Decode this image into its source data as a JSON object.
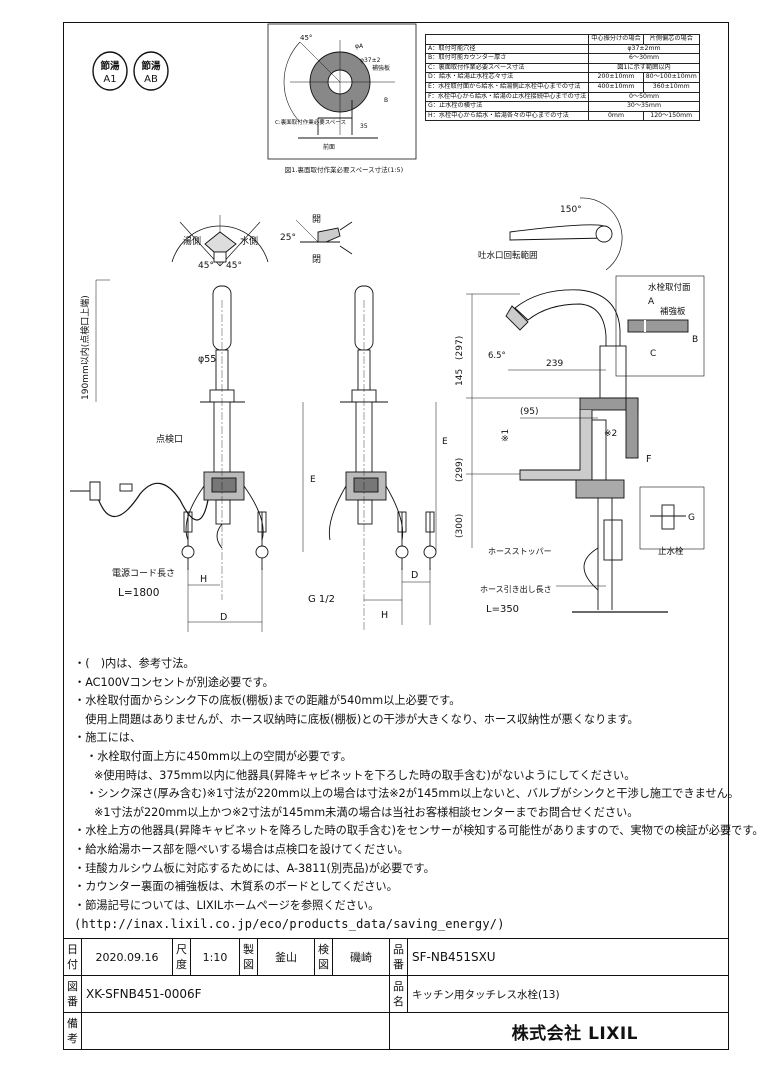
{
  "badges": {
    "left": {
      "line1": "節湯",
      "line2": "A1"
    },
    "right": {
      "line1": "節湯",
      "line2": "AB"
    }
  },
  "detail": {
    "caption": "図1.裏面取付作業必要スペース寸法(1:5)",
    "angle": "45°",
    "phi_a": "φA",
    "d37": "φ37±2",
    "backing_label": "補強板",
    "c_label": "C:裏面取付作業必要スペース",
    "b_label": "B",
    "s35": "35",
    "front": "前面"
  },
  "spec_table": {
    "header": [
      "",
      "中心振分けの場合",
      "片側偏芯の場合"
    ],
    "rows": [
      [
        "A：取付可能穴径",
        "φ37±2mm",
        ""
      ],
      [
        "B：取付可能カウンター厚さ",
        "6～30mm",
        ""
      ],
      [
        "C：裏面取付作業必要スペース寸法",
        "図1に示す範囲以内",
        ""
      ],
      [
        "D：給水・給湯止水栓芯々寸法",
        "200±10mm",
        "80～100±10mm"
      ],
      [
        "E：水栓取付面から給水・給湯側止水栓中心までの寸法",
        "400±10mm",
        "360±10mm"
      ],
      [
        "F：水栓中心から給水・給湯の止水栓接続中心までの寸法",
        "0～50mm",
        ""
      ],
      [
        "G：止水栓の横寸法",
        "30～35mm",
        ""
      ],
      [
        "H：水栓中心から給水・給湯各々の中心までの寸法",
        "0mm",
        "120～150mm"
      ]
    ]
  },
  "labels": {
    "hot": "湯側",
    "cold": "水側",
    "ang45a": "45°",
    "ang45b": "45°",
    "ang25": "25°",
    "open": "開",
    "close": "閉",
    "ang150": "150°",
    "spout_range": "吐水口回転範囲",
    "height190": "190mm以内(点検口上端)",
    "phi55": "φ55",
    "inspection": "点検口",
    "e1": "E",
    "e2": "E",
    "d297": "(297)",
    "d145": "145",
    "ang65": "6.5°",
    "d239": "239",
    "d95": "(95)",
    "star1": "※1",
    "star2": "※2",
    "d299": "(299)",
    "d300": "(300)",
    "f": "F",
    "a": "A",
    "b": "B",
    "c": "C",
    "faucet_mount": "水栓取付面",
    "backing": "補強板",
    "g": "G",
    "stopcock": "止水栓",
    "hose_stopper": "ホースストッパー",
    "hose_len": "ホース引き出し長さ",
    "l350": "L=350",
    "cord_len": "電源コード長さ",
    "l1800": "L=1800",
    "h1": "H",
    "d1": "D",
    "g12": "G 1/2",
    "d2": "D",
    "h2": "H"
  },
  "notes": [
    "・(　)内は、参考寸法。",
    "・AC100Vコンセントが別途必要です。",
    "・水栓取付面からシンク下の底板(棚板)までの距離が540mm以上必要です。",
    "　使用上問題はありませんが、ホース収納時に底板(棚板)との干渉が大きくなり、ホース収納性が悪くなります。",
    "・施工には、",
    "・水栓取付面上方に450mm以上の空間が必要です。",
    "※使用時は、375mm以内に他器具(昇降キャビネットを下ろした時の取手含む)がないようにしてください。",
    "・シンク深さ(厚み含む)※1寸法が220mm以上の場合は寸法※2が145mm以上ないと、バルブがシンクと干渉し施工できません。",
    "※1寸法が220mm以上かつ※2寸法が145mm未満の場合は当社お客様相談センターまでお問合せください。",
    "・水栓上方の他器具(昇降キャビネットを降ろした時の取手含む)をセンサーが検知する可能性がありますので、実物での検証が必要です。",
    "・給水給湯ホース部を隠ぺいする場合は点検口を設けてください。",
    "・珪酸カルシウム板に対応するためには、A-3811(別売品)が必要です。",
    "・カウンター裏面の補強板は、木質系のボードとしてください。",
    "・節湯記号については、LIXILホームページを参照ください。",
    "(http://inax.lixil.co.jp/eco/products_data/saving_energy/)"
  ],
  "title_block": {
    "date_label": "日付",
    "date": "2020.09.16",
    "scale_label": "尺度",
    "scale": "1:10",
    "made_label": "製図",
    "made": "釜山",
    "check_label": "検図",
    "check": "磯崎",
    "part_label": "品番",
    "part": "SF-NB451SXU",
    "dwg_label": "図番",
    "dwg": "XK-SFNB451-0006F",
    "name_label": "品名",
    "name": "キッチン用タッチレス水栓(13)",
    "remarks_label": "備考",
    "company": "株式会社 LIXIL"
  }
}
